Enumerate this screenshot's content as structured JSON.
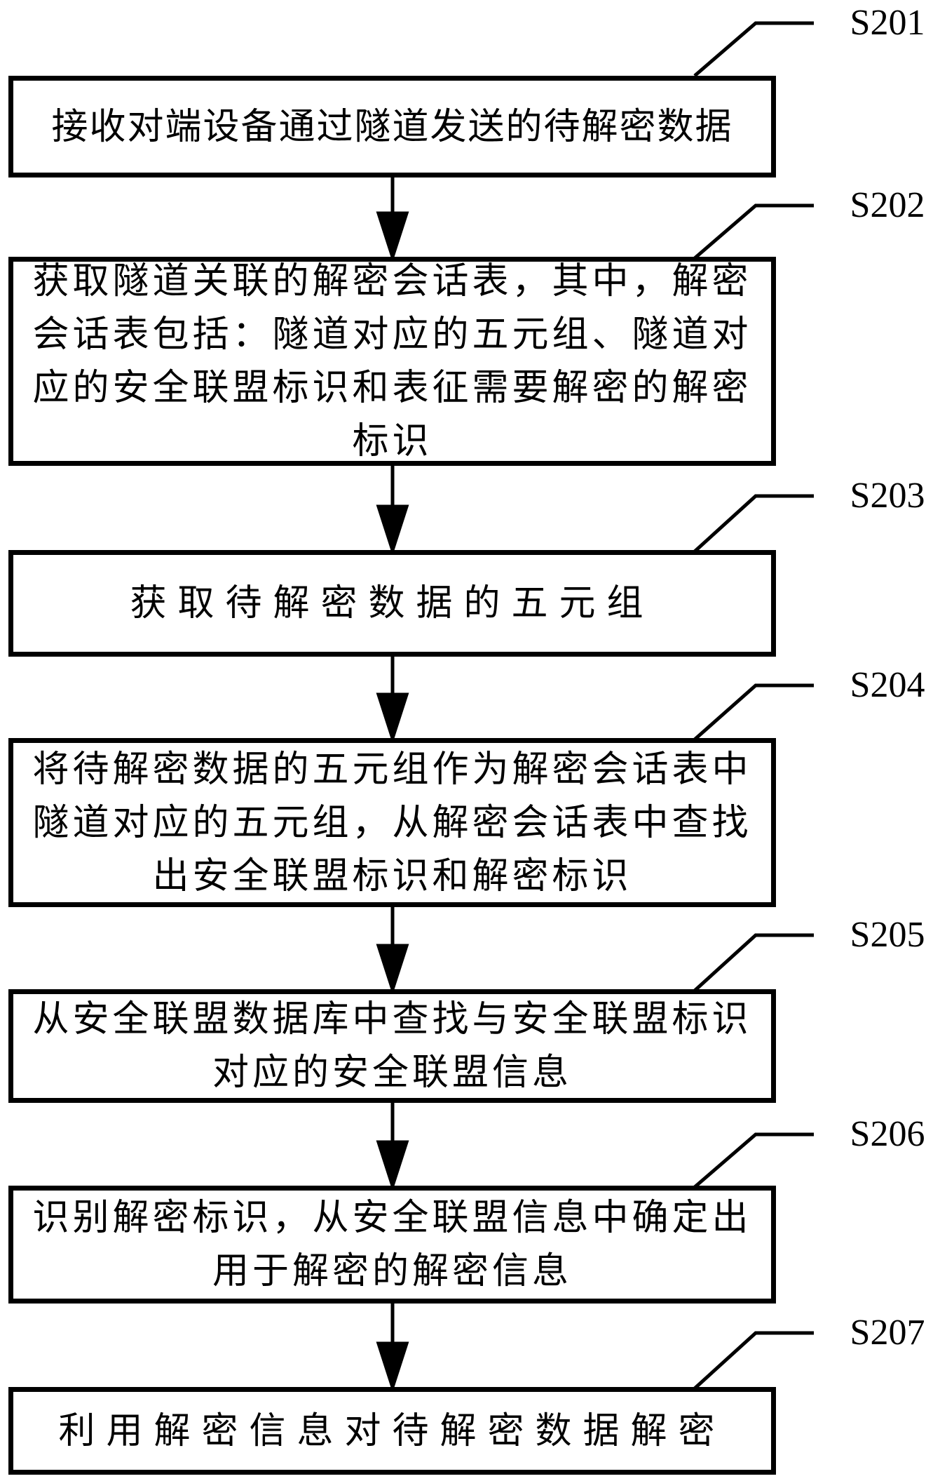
{
  "figure": {
    "type": "flowchart",
    "colors": {
      "ink": "#000000",
      "background": "#ffffff"
    },
    "steps": [
      {
        "label": "S201",
        "text": "接收对端设备通过隧道发送的待解密数据"
      },
      {
        "label": "S202",
        "text": "获取隧道关联的解密会话表，其中，解密会话表包括：隧道对应的五元组、隧道对应的安全联盟标识和表征需要解密的解密标识"
      },
      {
        "label": "S203",
        "text": "获取待解密数据的五元组"
      },
      {
        "label": "S204",
        "text": "将待解密数据的五元组作为解密会话表中隧道对应的五元组，从解密会话表中查找出安全联盟标识和解密标识"
      },
      {
        "label": "S205",
        "text": "从安全联盟数据库中查找与安全联盟标识对应的安全联盟信息"
      },
      {
        "label": "S206",
        "text": "识别解密标识，从安全联盟信息中确定出用于解密的解密信息"
      },
      {
        "label": "S207",
        "text": "利用解密信息对待解密数据解密"
      }
    ]
  }
}
